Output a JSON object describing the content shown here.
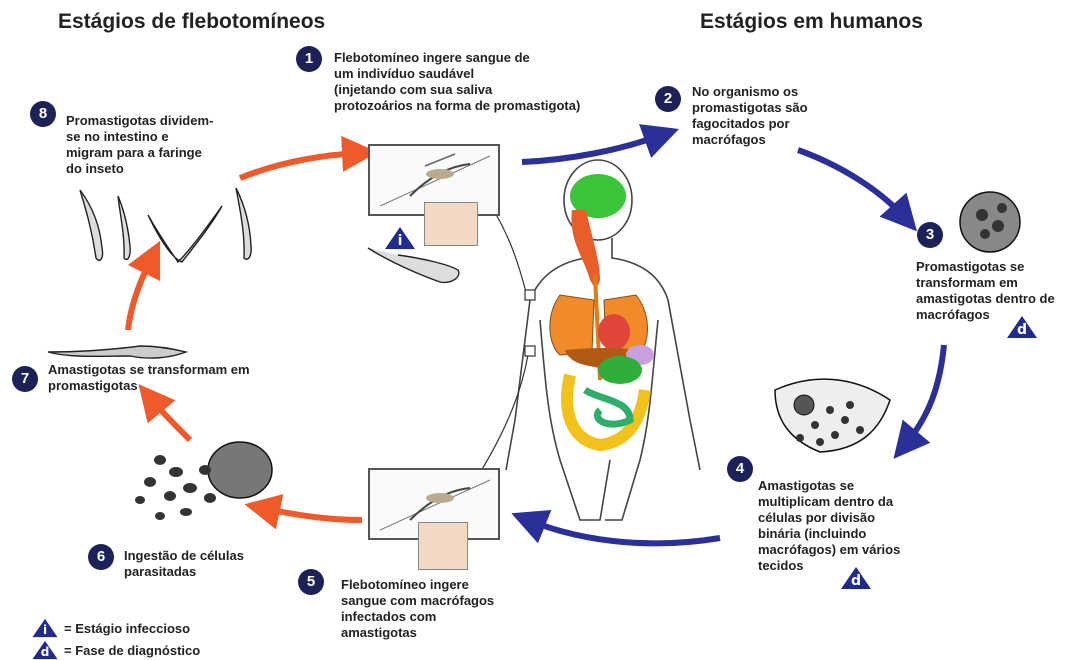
{
  "titles": {
    "sandfly": "Estágios de flebotomíneos",
    "human": "Estágios em humanos"
  },
  "steps": [
    {
      "num": "1",
      "text": [
        "Flebotomíneo ingere sangue de",
        "um indivíduo saudável",
        "(injetando com sua saliva",
        "protozoários na forma de promastigota)"
      ]
    },
    {
      "num": "2",
      "text": [
        "No organismo os",
        "promastigotas são",
        "fagocitados por",
        "macrófagos"
      ]
    },
    {
      "num": "3",
      "text": [
        "Promastigotas se",
        "transformam em",
        "amastigotas dentro de",
        "macrófagos"
      ]
    },
    {
      "num": "4",
      "text": [
        "Amastigotas se",
        "multiplicam dentro da",
        "células por divisão",
        "binária (incluindo",
        "macrófagos) em vários",
        "tecidos"
      ]
    },
    {
      "num": "5",
      "text": [
        "Flebotomíneo ingere",
        "sangue com macrófagos",
        "infectados com",
        "amastigotas"
      ]
    },
    {
      "num": "6",
      "text": [
        "Ingestão de células",
        "parasitadas"
      ]
    },
    {
      "num": "7",
      "text": [
        "Amastigotas se transformam em",
        "promastigotas"
      ]
    },
    {
      "num": "8",
      "text": [
        "Promastigotas dividem-",
        "se no intestino e",
        "migram para a faringe",
        "do inseto"
      ]
    }
  ],
  "markers": {
    "infective": "i",
    "diagnostic": "d"
  },
  "legend": [
    {
      "symbol": "i",
      "label": "= Estágio infeccioso"
    },
    {
      "symbol": "d",
      "label": "= Fase de diagnóstico"
    }
  ],
  "colors": {
    "human_arrows": "#2b2f9a",
    "sandfly_arrows": "#f05a2a",
    "badge": "#1c2257",
    "marker": "#1f2b8f"
  }
}
